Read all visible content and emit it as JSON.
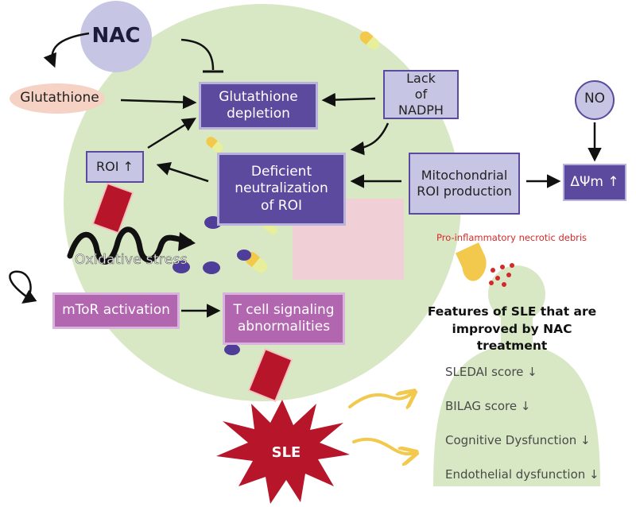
{
  "nodes": {
    "nac": "NAC",
    "glutathione": "Glutathione",
    "glutathione_depletion": "Glutathione depletion",
    "lack_nadph": "Lack of NADPH",
    "no": "NO",
    "roi_up": "ROI ↑",
    "deficient_neutralization": "Deficient neutralization of ROI",
    "mito_roi": "Mitochondrial ROI production",
    "delta_psi": "ΔΨm ↑",
    "oxidative_stress": "Oxidative stress",
    "mtor": "mToR activation",
    "tcell": "T cell signaling abnormalities",
    "sle": "SLE",
    "debris": "Pro-inflammatory necrotic debris"
  },
  "features": {
    "heading": "Features of SLE that are improved by NAC treatment",
    "items": [
      "SLEDAI score ↓",
      "BILAG score ↓",
      "Cognitive Dysfunction ↓",
      "Endothelial dysfunction ↓"
    ]
  },
  "colors": {
    "dark_purple": "#5b4a9e",
    "light_purple": "#c6c6e4",
    "mauve": "#b266b0",
    "cell_green": "#d8e8c4",
    "red": "#b7152a",
    "yellow": "#f2c94c"
  }
}
